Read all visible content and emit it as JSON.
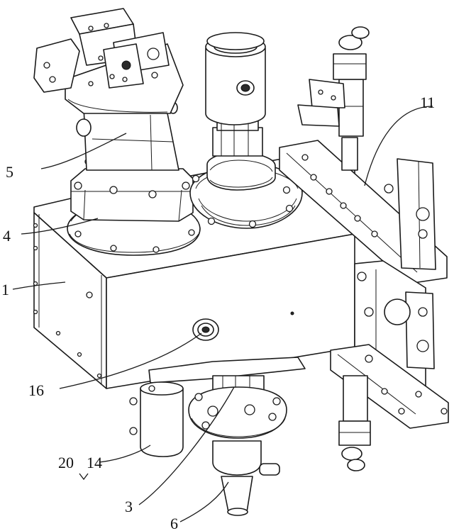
{
  "labels": [
    {
      "id": "label-5",
      "text": "5"
    },
    {
      "id": "label-4",
      "text": "4"
    },
    {
      "id": "label-1",
      "text": "1"
    },
    {
      "id": "label-16",
      "text": "16"
    },
    {
      "id": "label-20",
      "text": "20"
    },
    {
      "id": "label-14",
      "text": "14"
    },
    {
      "id": "label-3",
      "text": "3"
    },
    {
      "id": "label-6",
      "text": "6"
    },
    {
      "id": "label-11",
      "text": "11"
    }
  ],
  "colors": {
    "ink": "#1a1a1a",
    "paper": "#ffffff"
  }
}
